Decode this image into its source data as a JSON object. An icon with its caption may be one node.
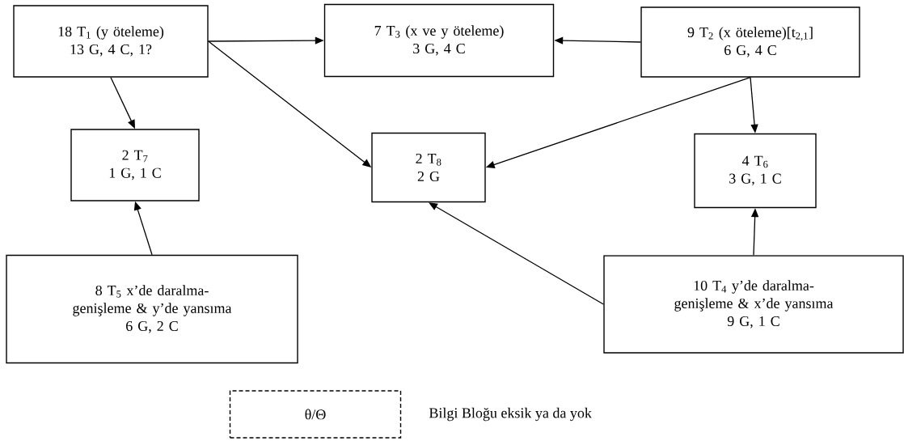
{
  "diagram": {
    "nodes": [
      {
        "text": [
          "18 T$_{1}$ (y öteleme)",
          "13 G, 4 C, 1?"
        ]
      },
      {
        "text": [
          "7 T$_{3}$ (x ve y öteleme)",
          "3 G, 4 C"
        ]
      },
      {
        "text": [
          "9 T$_{2}$ (x öteleme)[t$_{2,1}$]",
          "6 G, 4 C"
        ]
      },
      {
        "text": [
          "2 T$_{7}$",
          "1 G, 1 C"
        ]
      },
      {
        "text": [
          "2 T$_{8}$",
          "2 G"
        ]
      },
      {
        "text": [
          "4 T$_{6}$",
          "3 G, 1 C"
        ]
      },
      {
        "text": [
          "8 T$_{5}$ x’de daralma-genişleme & y’de yansıma",
          "6 G, 2 C"
        ]
      },
      {
        "text": [
          "10 T$_{4}$ y’de daralma-genişleme & x’de yansıma",
          "9 G, 1 C"
        ]
      },
      {
        "text": [
          "θ/Θ"
        ],
        "beside": [
          "Bilgi Bloğu eksik ya da yok"
        ]
      }
    ],
    "edges": [
      {
        "from": 0,
        "to": 1,
        "arrow": "to"
      },
      {
        "from": 2,
        "to": 1,
        "arrow": "to"
      },
      {
        "from": 0,
        "to": 3,
        "arrow": "to"
      },
      {
        "from": 0,
        "to": 4,
        "arrow": "to"
      },
      {
        "from": 2,
        "to": 4,
        "arrow": "to"
      },
      {
        "from": 2,
        "to": 5,
        "arrow": "to"
      },
      {
        "from": 6,
        "to": 3,
        "arrow": "to"
      },
      {
        "from": 7,
        "to": 4,
        "arrow": "to"
      },
      {
        "from": 7,
        "to": 5,
        "arrow": "to"
      }
    ]
  }
}
